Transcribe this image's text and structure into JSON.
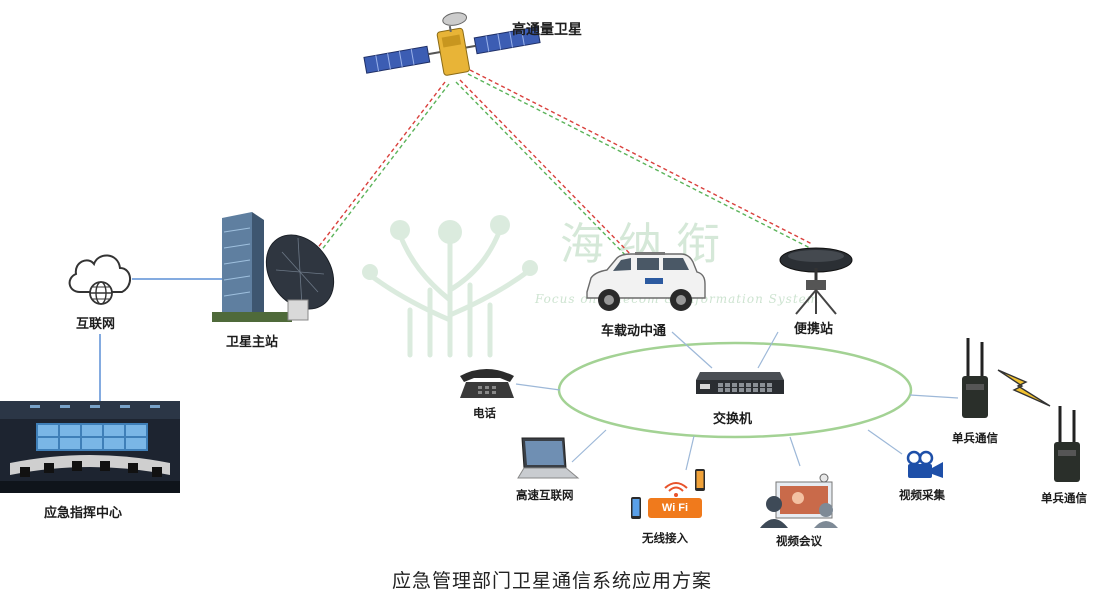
{
  "title": "应急管理部门卫星通信系统应用方案",
  "watermark": {
    "main": "海纳衔",
    "sub": "Focus on Telecom & Information System"
  },
  "nodes": {
    "satellite": "高通量卫星",
    "internet": "互联网",
    "ground_station": "卫星主站",
    "command_center": "应急指挥中心",
    "vehicle": "车载动中通",
    "portable": "便携站",
    "switch": "交换机",
    "phone": "电话",
    "laptop": "高速互联网",
    "wireless": "无线接入",
    "video_conf": "视频会议",
    "video_capture": "视频采集",
    "soldier1": "单兵通信",
    "soldier2": "单兵通信"
  },
  "wifi_label": "Wi Fi",
  "colors": {
    "link_red": "#d9403c",
    "link_green": "#5bb35a",
    "wire_blue": "#5b8fd6",
    "ring": "#9ccf8f"
  }
}
